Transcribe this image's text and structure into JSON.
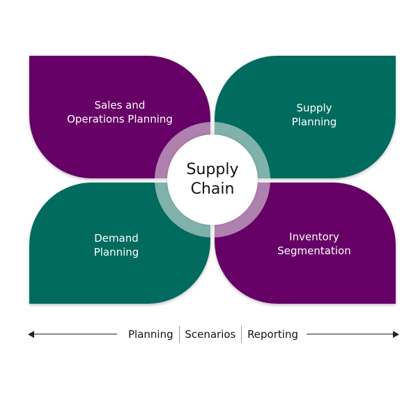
{
  "colors": {
    "purple": "#660066",
    "teal": "#006b5e"
  },
  "center": {
    "line1": "Supply",
    "line2": "Chain"
  },
  "quadrants": {
    "top_left": {
      "line1": "Sales and",
      "line2": "Operations Planning",
      "color": "#660066"
    },
    "top_right": {
      "line1": "Supply",
      "line2": "Planning",
      "color": "#006b5e"
    },
    "bottom_left": {
      "line1": "Demand",
      "line2": "Planning",
      "color": "#006b5e"
    },
    "bottom_right": {
      "line1": "Inventory",
      "line2": "Segmentation",
      "color": "#660066"
    }
  },
  "footer": {
    "items": [
      "Planning",
      "Scenarios",
      "Reporting"
    ]
  }
}
